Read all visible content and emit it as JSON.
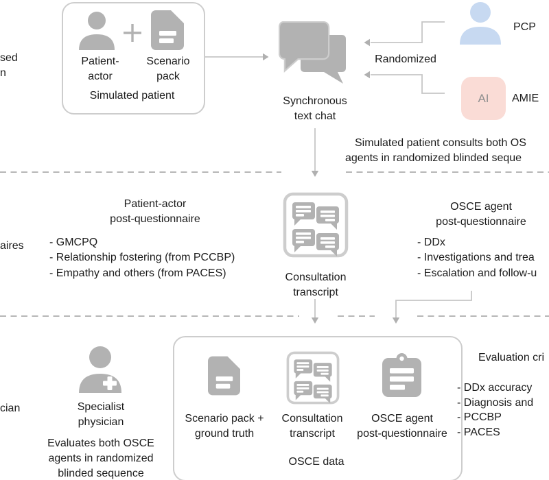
{
  "colors": {
    "icon_gray": "#b2b2b2",
    "line_gray": "#c6c6c6",
    "arrow_gray": "#b0b0b0",
    "border_gray": "#cdcdcd",
    "dash_gray": "#b6b6b6",
    "text_dark": "#1c1c1c",
    "pcp_blue": "#c7d9f1",
    "amie_pink": "#fadcd6",
    "ai_text_gray": "#8f8f8f"
  },
  "margin_fragments": {
    "top_line1": "sed",
    "top_line2": "n",
    "middle": "aires",
    "bottom": "cian"
  },
  "simulated_patient": {
    "patient_actor_line1": "Patient-",
    "patient_actor_line2": "actor",
    "scenario_pack_line1": "Scenario",
    "scenario_pack_line2": "pack",
    "caption": "Simulated patient"
  },
  "chat": {
    "label_line1": "Synchronous",
    "label_line2": "text chat"
  },
  "randomization": {
    "label": "Randomized",
    "pcp_label": "PCP",
    "ai_badge": "AI",
    "amie_label": "AMIE"
  },
  "consult_note": {
    "line1": "Simulated patient consults both OS",
    "line2": "agents in randomized blinded seque"
  },
  "patient_questionnaire": {
    "title_line1": "Patient-actor",
    "title_line2": "post-questionnaire",
    "items": [
      "- GMCPQ",
      "- Relationship fostering (from PCCBP)",
      "- Empathy and others (from PACES)"
    ]
  },
  "osce_questionnaire": {
    "title_line1": "OSCE agent",
    "title_line2": "post-questionnaire",
    "items": [
      "- DDx",
      "- Investigations and trea",
      "- Escalation and follow-u"
    ]
  },
  "transcript": {
    "label_line1": "Consultation",
    "label_line2": "transcript"
  },
  "specialist": {
    "label_line1": "Specialist",
    "label_line2": "physician",
    "note_line1": "Evaluates both OSCE",
    "note_line2": "agents in randomized",
    "note_line3": "blinded sequence"
  },
  "osce_data_box": {
    "caption": "OSCE data",
    "items": [
      {
        "label_line1": "Scenario pack +",
        "label_line2": "ground truth"
      },
      {
        "label_line1": "Consultation",
        "label_line2": "transcript"
      },
      {
        "label_line1": "OSCE agent",
        "label_line2": "post-questionnaire"
      }
    ]
  },
  "evaluation": {
    "title": "Evaluation cri",
    "items": [
      "- DDx accuracy",
      "- Diagnosis and",
      "- PCCBP",
      "- PACES"
    ]
  }
}
